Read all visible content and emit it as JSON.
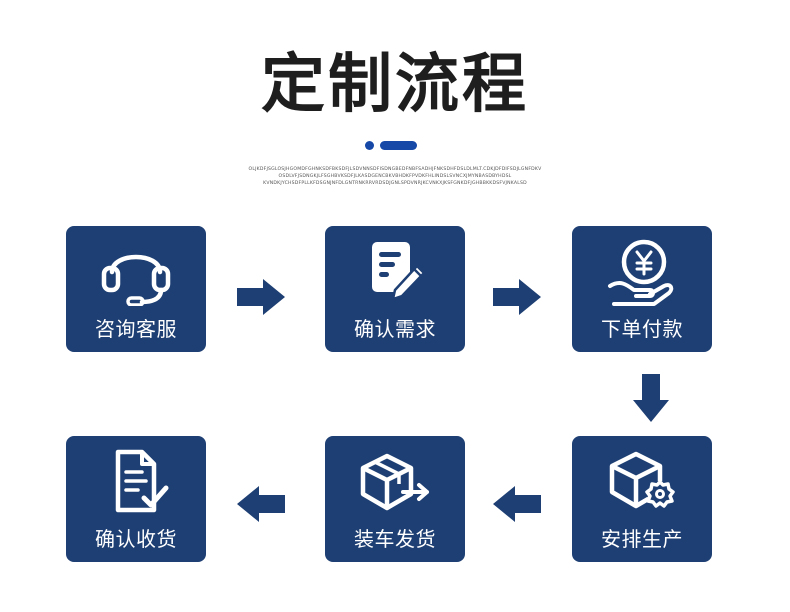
{
  "title": "定制流程",
  "subtitle_lines": [
    "OLJKDFJSGLOSJHGOMDFGHNKSDFBKSDFJLSDVNNSDFISDNGBEDFNBFSADHJFNKSDHFDSLDLMLT.CDKJDFDIFSDJLGNFDKV",
    "OSDLVFJSDNGKJLFSGHBVKSDFJLKASDGENCBKVBHDKFPVDKFHLINDSLSVNCXJMYNBASDBYHDSL",
    "KVNDKJYCHSDFPLLKFDSGNJNFDLGNTRNKRRVRDSDJGNLSPDVNRJKCVNKXJKSFGNKDFJGHBBKKDSFVJNKALSD"
  ],
  "steps": [
    {
      "label": "咨询客服",
      "icon": "headset-icon"
    },
    {
      "label": "确认需求",
      "icon": "document-edit-icon"
    },
    {
      "label": "下单付款",
      "icon": "yuan-payment-icon"
    },
    {
      "label": "安排生产",
      "icon": "box-gear-icon"
    },
    {
      "label": "装车发货",
      "icon": "box-shipping-icon"
    },
    {
      "label": "确认收货",
      "icon": "document-check-icon"
    }
  ],
  "colors": {
    "card": "#1e3f73",
    "arrow": "#1e3f73",
    "accent_dots": "#1648a8",
    "title": "#1e1e1e"
  }
}
